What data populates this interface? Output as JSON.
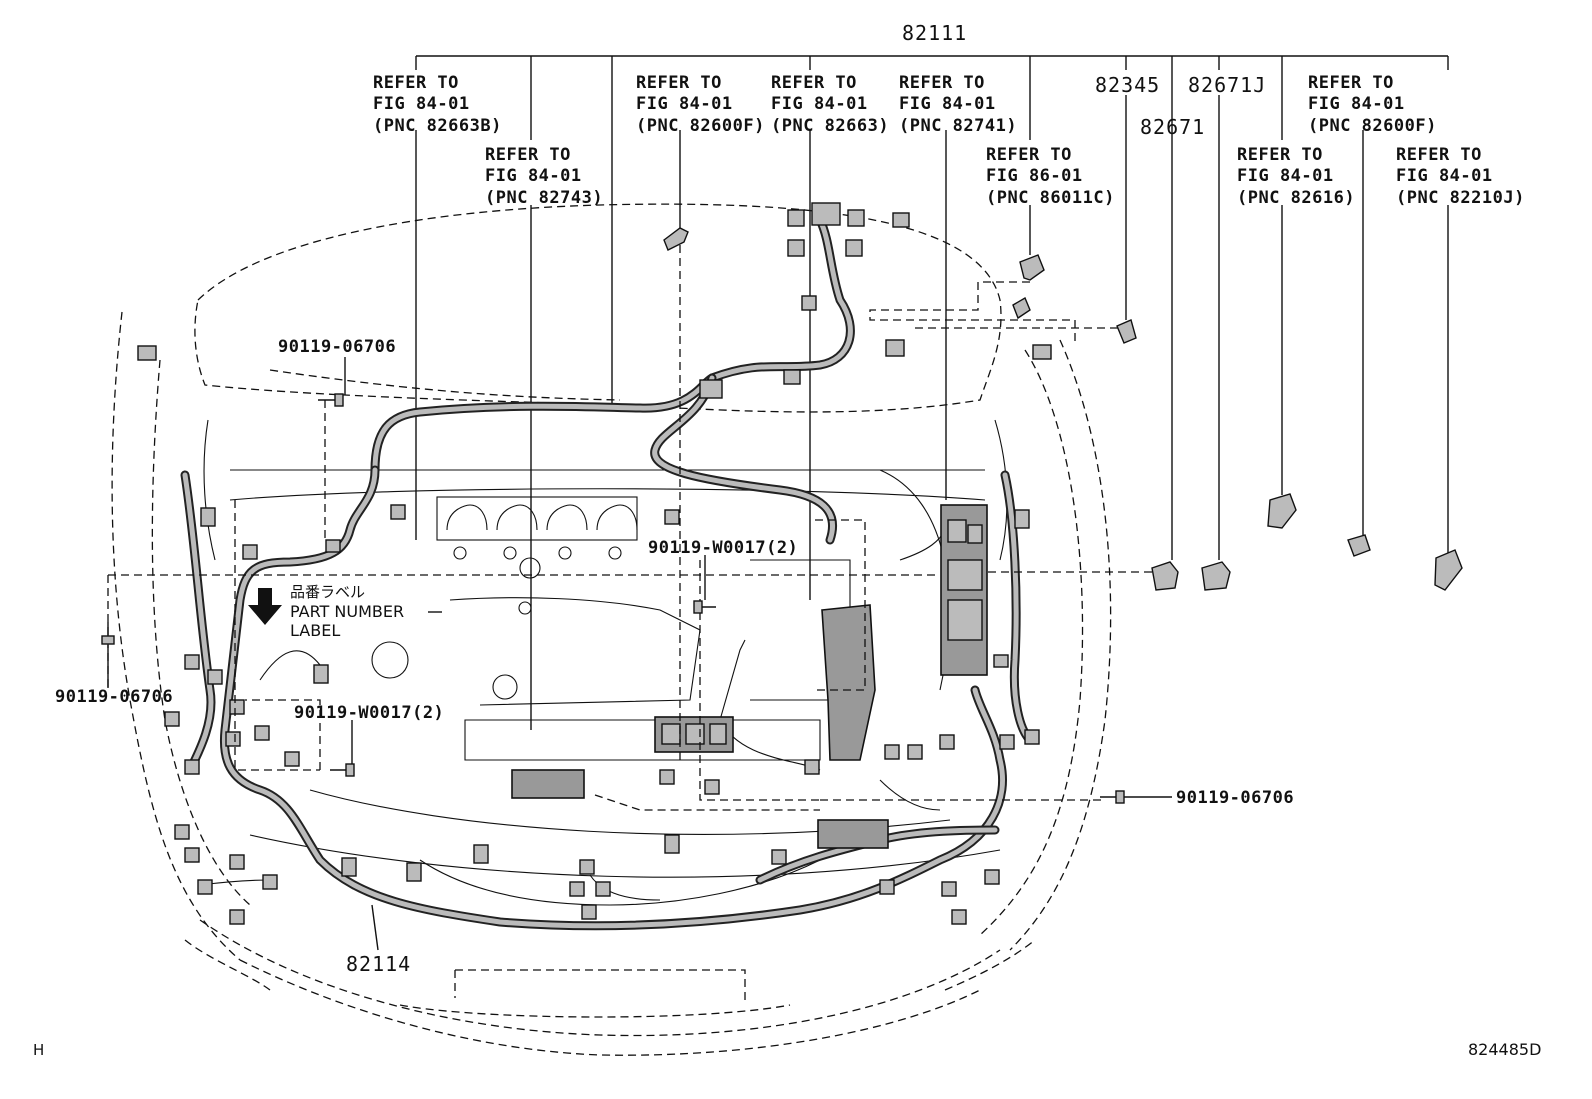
{
  "labels": {
    "top_part": "82111",
    "refer_to": "REFER TO",
    "fig_84_01": "FIG 84-01",
    "fig_86_01": "FIG 86-01",
    "pnc_82663b": "(PNC 82663B)",
    "pnc_82743": "(PNC 82743)",
    "pnc_82600f_a": "(PNC 82600F)",
    "pnc_82663": "(PNC 82663)",
    "pnc_82741": "(PNC 82741)",
    "pnc_86011c": "(PNC 86011C)",
    "pnc_82616": "(PNC 82616)",
    "pnc_82600f_b": "(PNC 82600F)",
    "pnc_82210j": "(PNC 82210J)",
    "part_82345": "82345",
    "part_82671j": "82671J",
    "part_82671": "82671",
    "bolt_06706_a": "90119-06706",
    "bolt_06706_b": "90119-06706",
    "bolt_06706_c": "90119-06706",
    "bolt_w0017_a": "90119-W0017(2)",
    "bolt_w0017_b": "90119-W0017(2)",
    "label_jp": "品番ラベル",
    "label_part_number": "PART NUMBER",
    "label_label": "LABEL",
    "part_82114": "82114",
    "corner_left": "H",
    "figure_id": "824485D"
  }
}
